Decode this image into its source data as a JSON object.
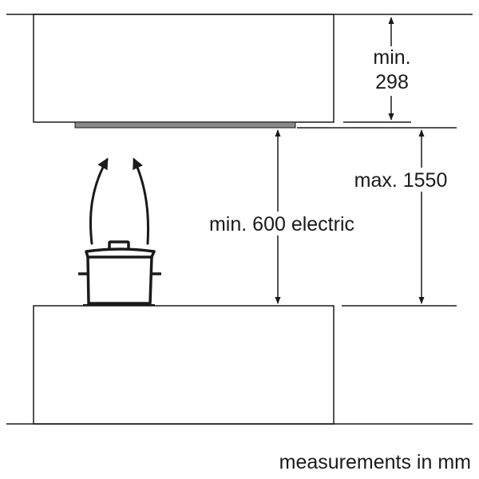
{
  "labels": {
    "top_min_line1": "min.",
    "top_min_line2": "298",
    "max_height": "max. 1550",
    "min_electric": "min. 600 electric",
    "units": "measurements in mm"
  },
  "colors": {
    "line": "#1a1a1a",
    "hood_strip": "#888888"
  }
}
